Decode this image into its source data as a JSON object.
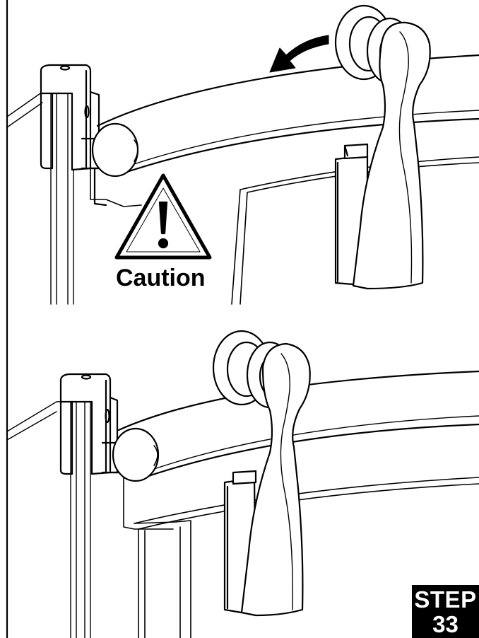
{
  "warning": {
    "label": "Caution",
    "symbol": "!"
  },
  "step": {
    "word": "STEP",
    "number": "33"
  },
  "colors": {
    "line": "#000000",
    "background": "#ffffff",
    "step_box": "#000000",
    "step_text": "#ffffff"
  }
}
